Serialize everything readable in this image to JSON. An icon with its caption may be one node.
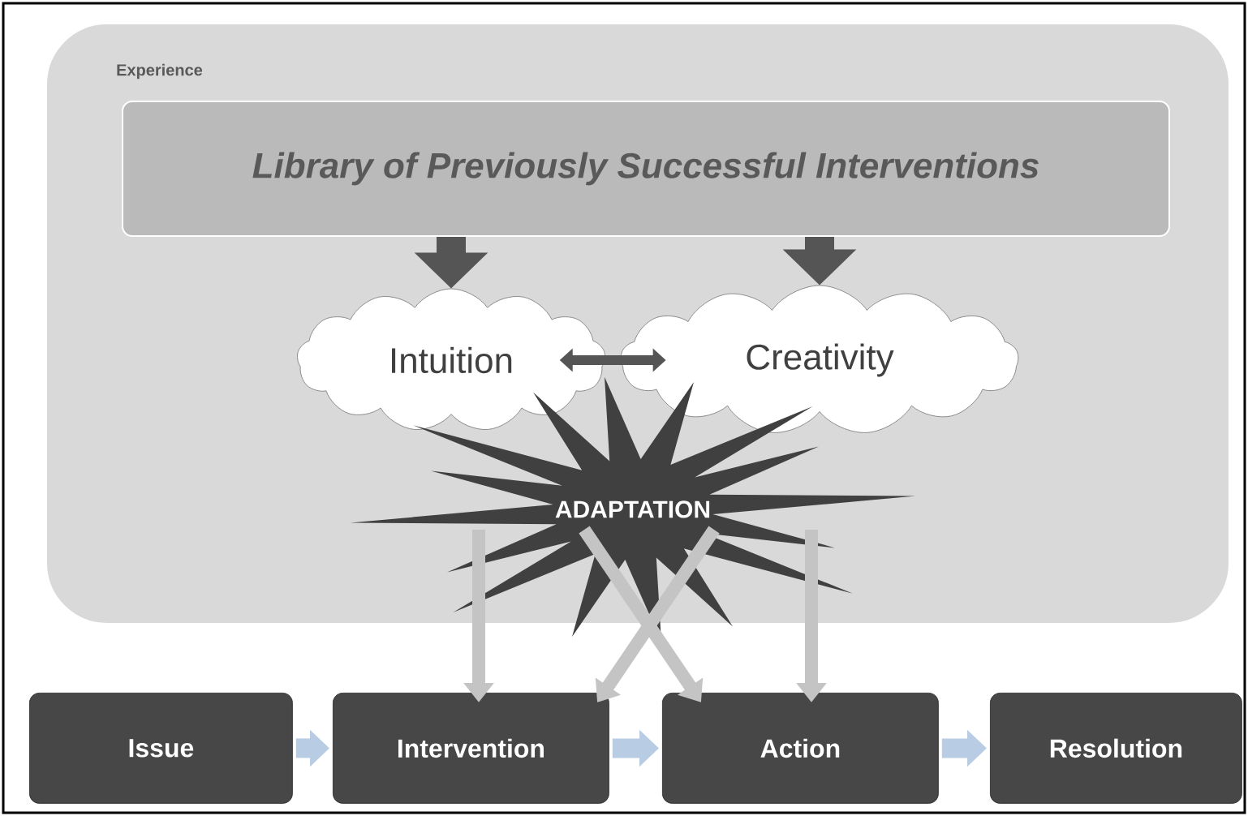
{
  "diagram": {
    "nodes": [
      {
        "text": [
          "Experience"
        ]
      },
      {
        "text": [
          "Library of Previously Successful Interventions"
        ],
        "in": 0
      },
      {
        "text": [
          "Intuition"
        ],
        "in": 0
      },
      {
        "text": [
          "Creativity"
        ],
        "in": 0
      },
      {
        "text": [
          "ADAPTATION"
        ],
        "in": 0
      },
      {
        "text": [
          "Issue"
        ]
      },
      {
        "text": [
          "Intervention"
        ]
      },
      {
        "text": [
          "Action"
        ]
      },
      {
        "text": [
          "Resolution"
        ]
      }
    ],
    "edges": [
      {
        "from": 1,
        "to": 2,
        "arrow": "to",
        "style": "thick",
        "color": "#555555"
      },
      {
        "from": 1,
        "to": 3,
        "arrow": "to",
        "style": "thick",
        "color": "#555555"
      },
      {
        "from": 2,
        "to": 3,
        "arrow": "both",
        "color": "#555555"
      },
      {
        "from": 4,
        "to": 6,
        "arrow": "to",
        "color": "#c4c4c4"
      },
      {
        "from": 4,
        "to": 7,
        "arrow": "to",
        "color": "#c4c4c4"
      },
      {
        "from": 4,
        "to": 6,
        "arrow": "to",
        "color": "#c4c4c4"
      },
      {
        "from": 4,
        "to": 7,
        "arrow": "to",
        "color": "#c4c4c4"
      },
      {
        "from": 5,
        "to": 6,
        "arrow": "to",
        "color": "#b8cce4"
      },
      {
        "from": 6,
        "to": 7,
        "arrow": "to",
        "color": "#b8cce4"
      },
      {
        "from": 7,
        "to": 8,
        "arrow": "to",
        "color": "#b8cce4"
      }
    ]
  }
}
